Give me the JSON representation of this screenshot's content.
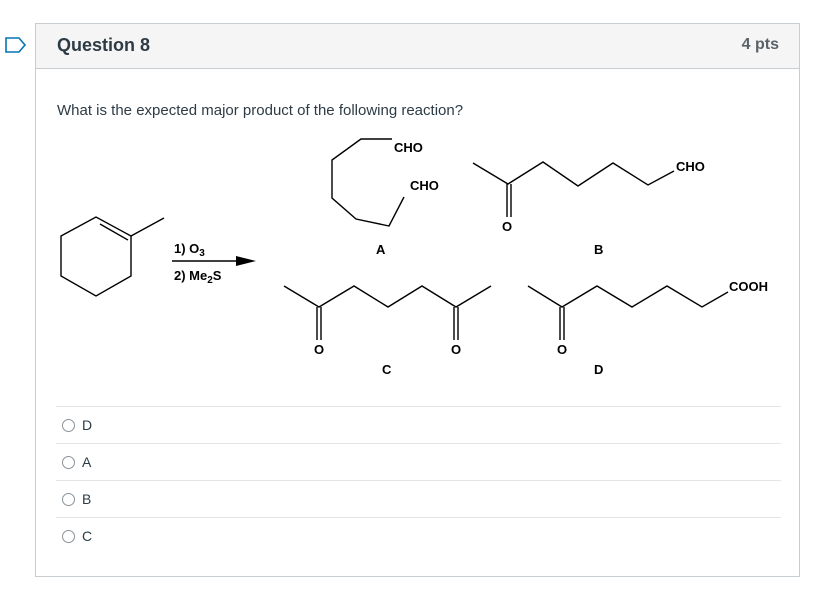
{
  "question": {
    "title": "Question 8",
    "points": "4 pts",
    "text": "What is the expected major product of the following reaction?"
  },
  "scheme": {
    "reagent_line1": "1) O",
    "reagent_line1_sub": "3",
    "reagent_line2_pre": "2) Me",
    "reagent_line2_sub": "2",
    "reagent_line2_post": "S",
    "labels": {
      "A": "A",
      "B": "B",
      "C": "C",
      "D": "D"
    },
    "groups": {
      "a_cho_1": "CHO",
      "a_cho_2": "CHO",
      "b_cho": "CHO",
      "b_o": "O",
      "c_o1": "O",
      "c_o2": "O",
      "d_o": "O",
      "d_cooh": "COOH"
    }
  },
  "answers": [
    {
      "label": "D"
    },
    {
      "label": "A"
    },
    {
      "label": "B"
    },
    {
      "label": "C"
    }
  ],
  "colors": {
    "flag": "#0374b5",
    "header_bg": "#f5f5f5",
    "border": "#c7cdd1"
  }
}
